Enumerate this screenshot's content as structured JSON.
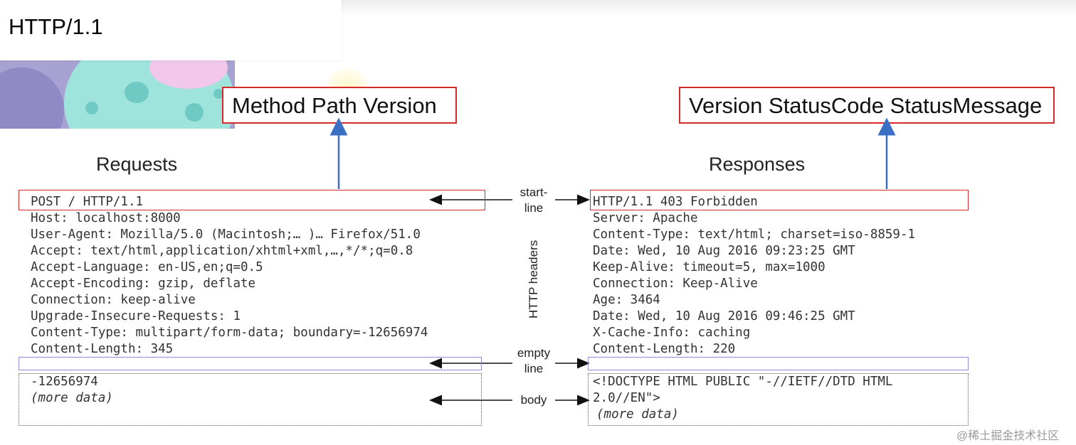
{
  "title": "HTTP/1.1",
  "request_start_callout": "Method Path Version",
  "response_start_callout": "Version StatusCode StatusMessage",
  "requests_heading": "Requests",
  "responses_heading": "Responses",
  "labels": {
    "start_line_1": "start-",
    "start_line_2": "line",
    "http_headers": "HTTP headers",
    "empty_line_1": "empty",
    "empty_line_2": "line",
    "body": "body"
  },
  "request": {
    "start_line": "POST / HTTP/1.1",
    "headers": [
      "Host: localhost:8000",
      "User-Agent: Mozilla/5.0 (Macintosh;… )… Firefox/51.0",
      "Accept: text/html,application/xhtml+xml,…,*/*;q=0.8",
      "Accept-Language: en-US,en;q=0.5",
      "Accept-Encoding: gzip, deflate",
      "Connection: keep-alive",
      "Upgrade-Insecure-Requests: 1",
      "Content-Type: multipart/form-data; boundary=-12656974",
      "Content-Length: 345"
    ],
    "body": [
      "-12656974",
      "(more data)"
    ]
  },
  "response": {
    "start_line": "HTTP/1.1 403 Forbidden",
    "headers": [
      "Server: Apache",
      "Content-Type: text/html; charset=iso-8859-1",
      "Date: Wed, 10 Aug 2016 09:23:25 GMT",
      "Keep-Alive: timeout=5, max=1000",
      "Connection: Keep-Alive",
      "Age: 3464",
      "Date: Wed, 10 Aug 2016 09:46:25 GMT",
      "X-Cache-Info: caching",
      "Content-Length: 220"
    ],
    "body": [
      "<!DOCTYPE HTML PUBLIC \"-//IETF//DTD HTML",
      "2.0//EN\">",
      "(more data)"
    ]
  },
  "watermark": "@稀土掘金技术社区",
  "colors": {
    "highlight_red": "#d42a2a",
    "empty_line_purple": "#8e8cd8",
    "arrow_blue": "#3a6fc4"
  }
}
